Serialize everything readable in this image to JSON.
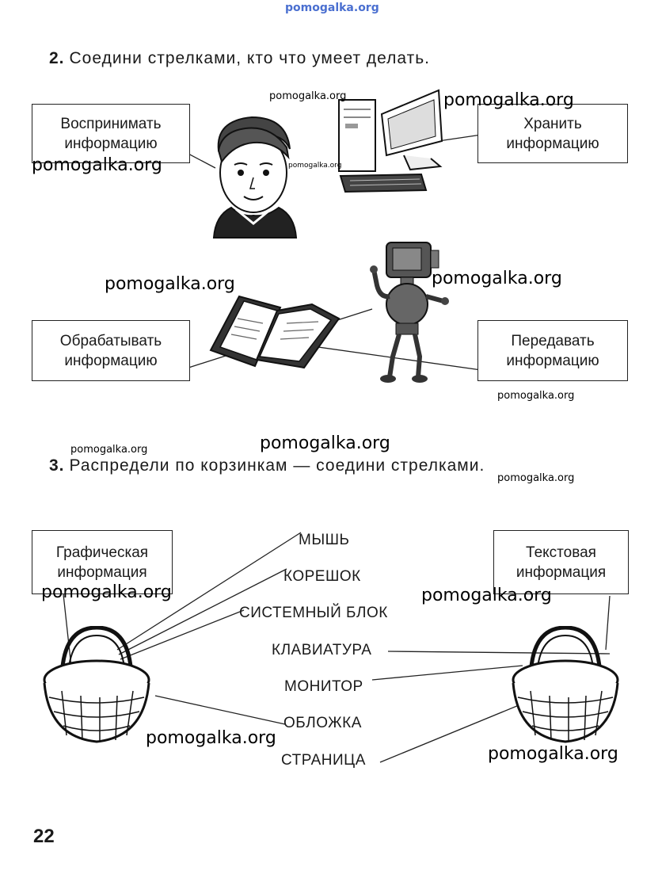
{
  "watermarks": {
    "top": "pomogalka.org",
    "w1": "pomogalka.org",
    "w2": "pomogalka.org",
    "w3": "pomogalka.org",
    "w4": "pomogalka.org",
    "w5": "pomogalka.org",
    "w6": "pomogalka.org",
    "w7": "pomogalka.org",
    "w8": "pomogalka.org",
    "w9": "pomogalka.org",
    "w10": "pomogalka.org",
    "w11": "pomogalka.org",
    "w12": "pomogalka.org",
    "w13": "pomogalka.org",
    "w14": "pomogalka.org",
    "w15": "pomogalka.org"
  },
  "task2": {
    "number": "2.",
    "text": "Соедини стрелками, кто что умеет делать.",
    "boxes": {
      "perceive": [
        "Воспринимать",
        "информацию"
      ],
      "store": [
        "Хранить",
        "информацию"
      ],
      "process": [
        "Обрабатывать",
        "информацию"
      ],
      "transmit": [
        "Передавать",
        "информацию"
      ]
    },
    "pictures": [
      "boy",
      "computer",
      "book",
      "robot"
    ]
  },
  "task3": {
    "number": "3.",
    "text": "Распредели по корзинкам — соедини стрелками.",
    "baskets": {
      "graphic": [
        "Графическая",
        "информация"
      ],
      "text": [
        "Текстовая",
        "информация"
      ]
    },
    "words": [
      "МЫШЬ",
      "КОРЕШОК",
      "СИСТЕМНЫЙ  БЛОК",
      "КЛАВИАТУРА",
      "МОНИТОР",
      "ОБЛОЖКА",
      "СТРАНИЦА"
    ]
  },
  "page_number": "22"
}
